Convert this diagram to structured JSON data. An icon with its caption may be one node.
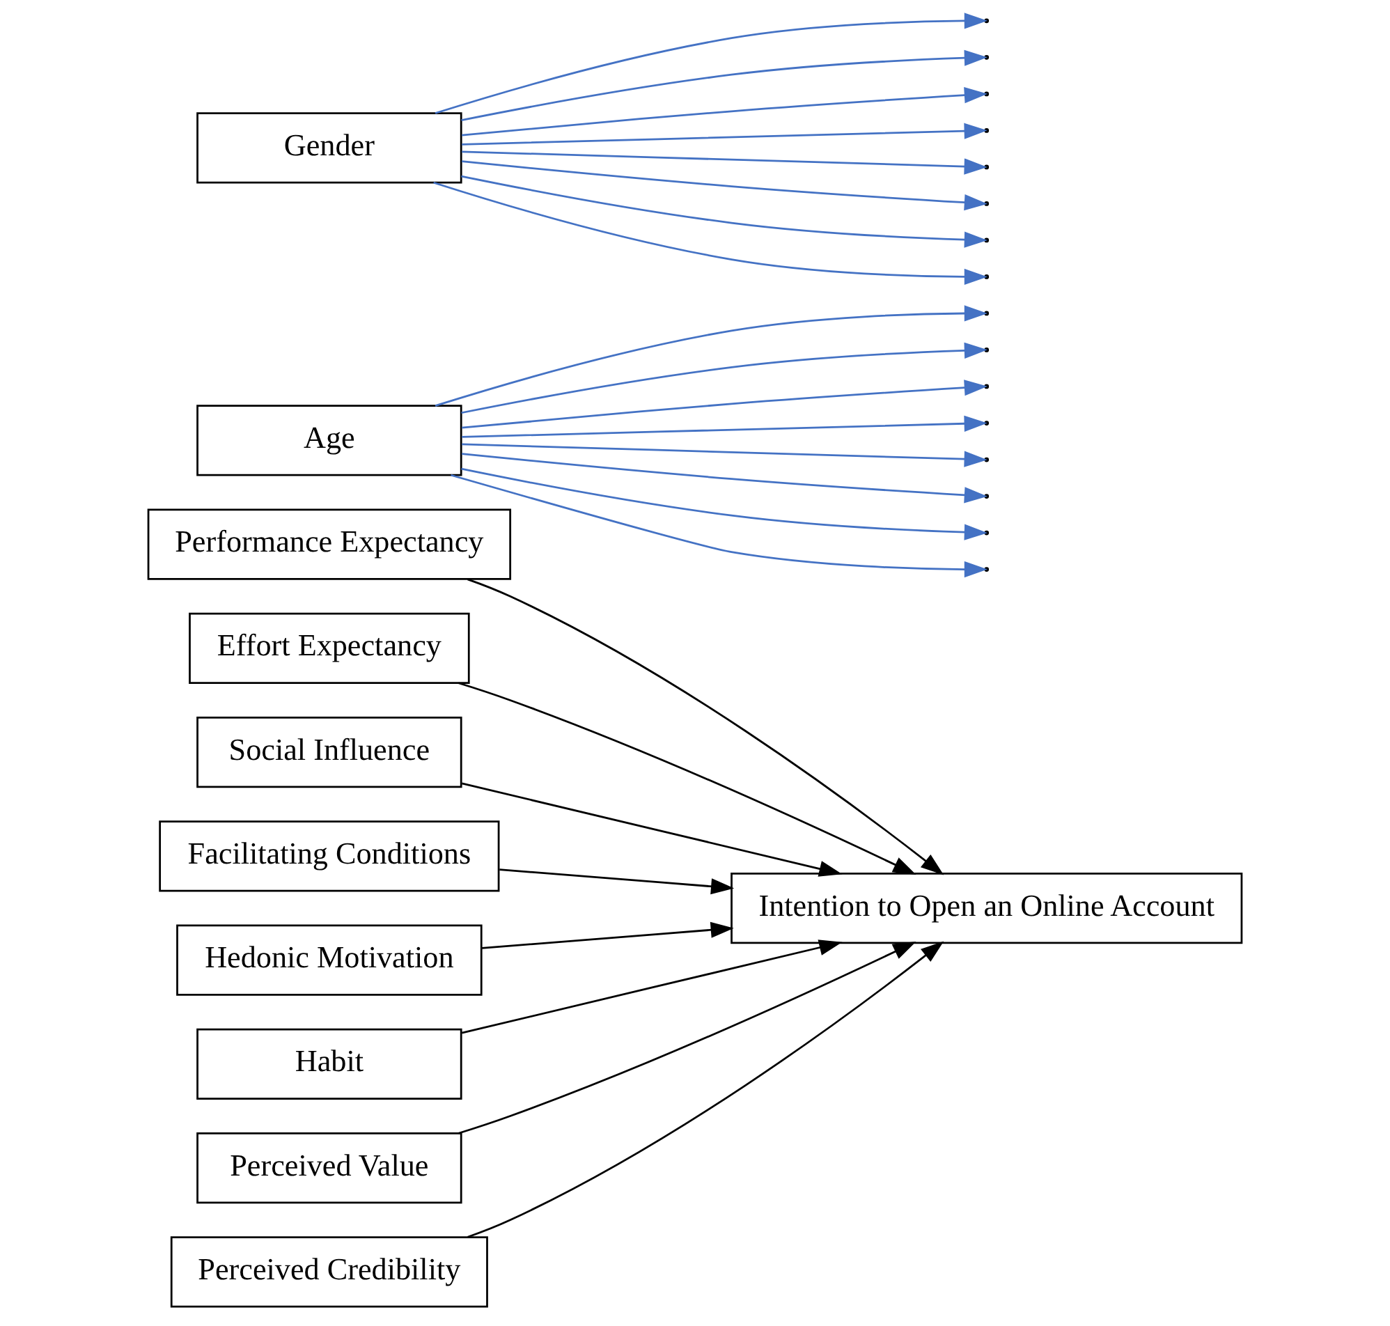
{
  "diagram": {
    "nodes": [
      {
        "text": [
          "Performance Expectancy"
        ]
      },
      {
        "text": [
          "Effort Expectancy"
        ]
      },
      {
        "text": [
          "Social Influence"
        ]
      },
      {
        "text": [
          "Facilitating Conditions"
        ]
      },
      {
        "text": [
          "Hedonic Motivation"
        ]
      },
      {
        "text": [
          "Habit"
        ]
      },
      {
        "text": [
          "Perceived Value"
        ]
      },
      {
        "text": [
          "Perceived Credibility"
        ]
      },
      {
        "text": [
          "Intention to Open an Online Account"
        ]
      },
      {
        "text": [
          "Age"
        ]
      },
      {
        "text": [
          "Gender"
        ]
      }
    ],
    "edges": [
      {
        "from": 0,
        "to": 8,
        "arrow": "to",
        "color": "#000000"
      },
      {
        "from": 1,
        "to": 8,
        "arrow": "to",
        "color": "#000000"
      },
      {
        "from": 2,
        "to": 8,
        "arrow": "to",
        "color": "#000000"
      },
      {
        "from": 3,
        "to": 8,
        "arrow": "to",
        "color": "#000000"
      },
      {
        "from": 4,
        "to": 8,
        "arrow": "to",
        "color": "#000000"
      },
      {
        "from": 5,
        "to": 8,
        "arrow": "to",
        "color": "#000000"
      },
      {
        "from": 6,
        "to": 8,
        "arrow": "to",
        "color": "#000000"
      },
      {
        "from": 7,
        "to": 8,
        "arrow": "to",
        "color": "#000000"
      },
      {
        "from": 9,
        "to": null,
        "arrow": "to"
      },
      {
        "from": 9,
        "to": null,
        "arrow": "to"
      },
      {
        "from": 9,
        "to": null,
        "arrow": "to"
      },
      {
        "from": 9,
        "to": null,
        "arrow": "to"
      },
      {
        "from": 9,
        "to": null,
        "arrow": "to"
      },
      {
        "from": 9,
        "to": null,
        "arrow": "to"
      },
      {
        "from": 9,
        "to": null,
        "arrow": "to"
      },
      {
        "from": 9,
        "to": null,
        "arrow": "to"
      },
      {
        "from": 10,
        "to": null,
        "arrow": "to"
      },
      {
        "from": 10,
        "to": null,
        "arrow": "to"
      },
      {
        "from": 10,
        "to": null,
        "arrow": "to"
      },
      {
        "from": 10,
        "to": null,
        "arrow": "to"
      },
      {
        "from": 10,
        "to": null,
        "arrow": "to"
      },
      {
        "from": 10,
        "to": null,
        "arrow": "to"
      },
      {
        "from": 10,
        "to": null,
        "arrow": "to"
      },
      {
        "from": 10,
        "to": null,
        "arrow": "to"
      }
    ]
  }
}
